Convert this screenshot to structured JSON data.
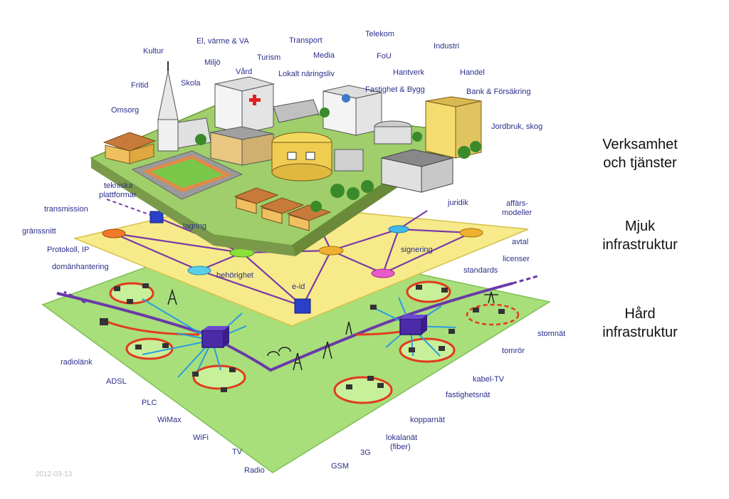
{
  "layers": {
    "services": {
      "title_line1": "Verksamhet",
      "title_line2": "och tjänster"
    },
    "soft": {
      "title_line1": "Mjuk",
      "title_line2": "infrastruktur"
    },
    "hard": {
      "title_line1": "Hård",
      "title_line2": "infrastruktur"
    }
  },
  "service_labels": {
    "kultur": "Kultur",
    "el": "El, värme & VA",
    "transport": "Transport",
    "telekom": "Telekom",
    "industri": "Industri",
    "miljo": "Miljö",
    "turism": "Turism",
    "media": "Media",
    "fou": "FoU",
    "fritid": "Fritid",
    "skola": "Skola",
    "vard": "Vård",
    "naringsliv": "Lokalt näringsliv",
    "hantverk": "Hantverk",
    "handel": "Handel",
    "omsorg": "Omsorg",
    "fastighet": "Fastighet & Bygg",
    "bank": "Bank & Försäkring",
    "jordbruk": "Jordbruk, skog"
  },
  "soft_labels": {
    "tekniska_l1": "tekniska",
    "tekniska_l2": "plattformar",
    "transmission": "transmission",
    "lagring": "lagring",
    "juridik": "juridik",
    "affars_l1": "affärs-",
    "affars_l2": "modeller",
    "gransnitt": "gränssnitt",
    "avtal": "avtal",
    "protokoll": "Protokoll, IP",
    "signering": "signering",
    "licenser": "licenser",
    "domanhantering": "domänhantering",
    "standards": "standards",
    "behorighet": "behörighet",
    "eid": "e-id"
  },
  "hard_labels": {
    "stomnat": "stomnät",
    "tomror": "tomrör",
    "radiolank": "radiolänk",
    "kabeltv": "kabel-TV",
    "adsl": "ADSL",
    "fastighetsnat": "fastighetsnät",
    "plc": "PLC",
    "kopparnat": "kopparnät",
    "wimax": "WiMax",
    "lokalanat_l1": "lokalanät",
    "lokalanat_l2": "(fiber)",
    "wifi": "WiFi",
    "tv": "TV",
    "g3": "3G",
    "radio": "Radio",
    "gsm": "GSM"
  },
  "colors": {
    "soft_layer": "#f7ea8a",
    "hard_layer": "#a8df7a",
    "city_ground": "#9fce6a",
    "purple_line": "#6a3aa8",
    "red_ring": "#e23a1e",
    "blue_link": "#2a9de0",
    "node_box": "#4b2ba8",
    "label_text": "#2b2f8a"
  },
  "footer": {
    "date": "2012-03-13"
  }
}
